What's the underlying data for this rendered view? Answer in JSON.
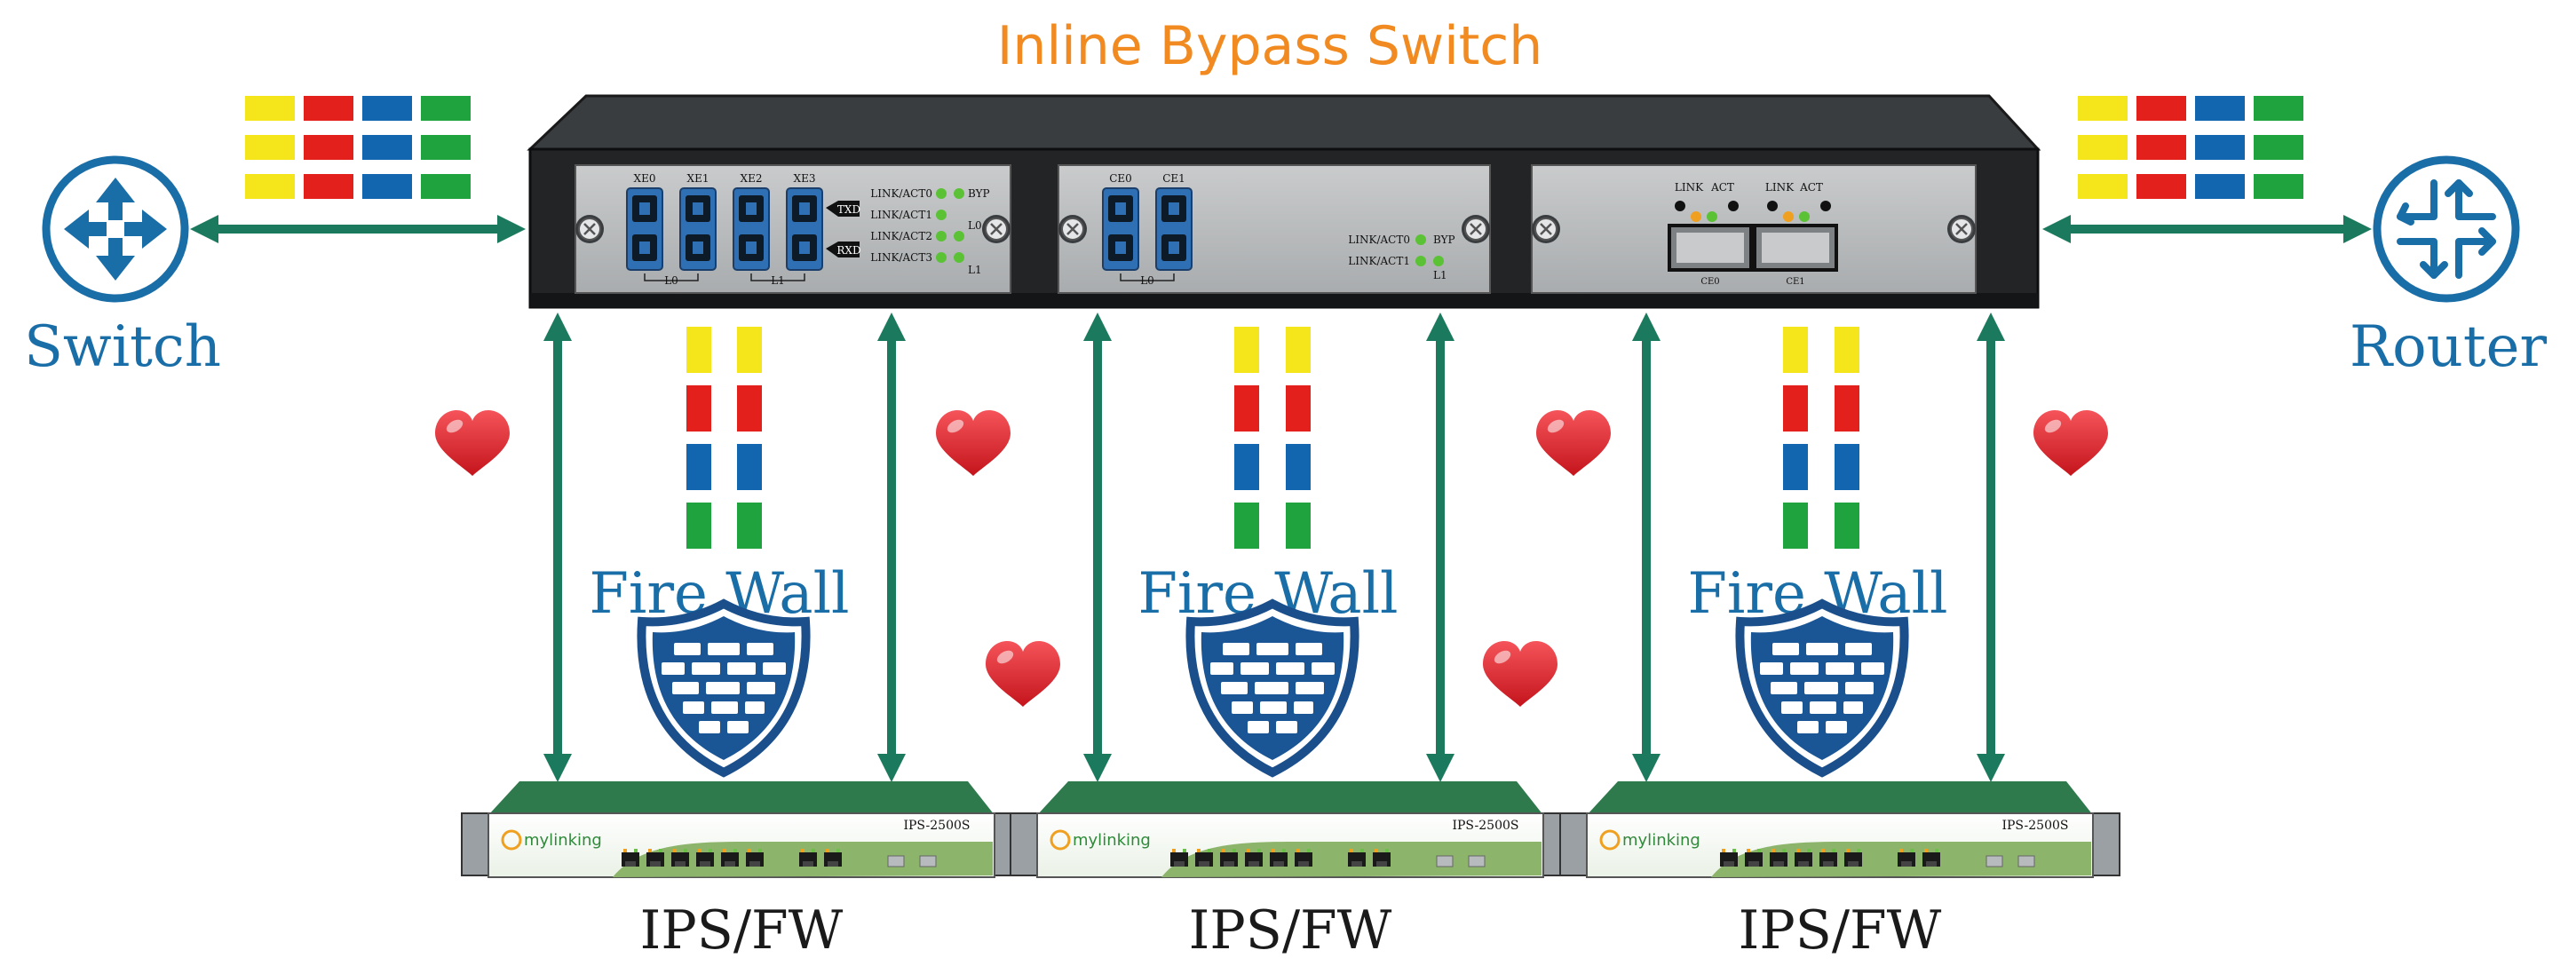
{
  "title": "Inline Bypass Switch",
  "left_endpoint": {
    "label": "Switch"
  },
  "right_endpoint": {
    "label": "Router"
  },
  "modules": {
    "module1": {
      "ports": [
        "XE0",
        "XE1",
        "XE2",
        "XE3"
      ],
      "port_tags": [
        "TXD",
        "RXD"
      ],
      "led_labels": [
        "LINK/ACT0",
        "LINK/ACT1",
        "LINK/ACT2",
        "LINK/ACT3"
      ],
      "led_right": [
        "BYP",
        "L0",
        "L1"
      ],
      "bottom_labels": [
        "L0",
        "L1"
      ]
    },
    "module2": {
      "ports": [
        "CE0",
        "CE1"
      ],
      "led_labels": [
        "LINK/ACT0",
        "LINK/ACT1"
      ],
      "led_right": [
        "BYP",
        "L1"
      ],
      "bottom_labels": [
        "L0"
      ]
    },
    "module3": {
      "led_labels": [
        "LINK",
        "ACT",
        "LINK",
        "ACT"
      ],
      "port_labels": [
        "CE0",
        "CE1"
      ]
    }
  },
  "firewalls": [
    {
      "label": "Fire Wall"
    },
    {
      "label": "Fire Wall"
    },
    {
      "label": "Fire Wall"
    }
  ],
  "appliances": [
    {
      "brand": "mylinking",
      "model": "IPS-2500S",
      "label": "IPS/FW"
    },
    {
      "brand": "mylinking",
      "model": "IPS-2500S",
      "label": "IPS/FW"
    },
    {
      "brand": "mylinking",
      "model": "IPS-2500S",
      "label": "IPS/FW"
    }
  ],
  "traffic_colors": [
    "#f5e61c",
    "#e3201b",
    "#1266b0",
    "#1fa33f"
  ],
  "colors": {
    "arrow": "#1b7a5e",
    "brand_blue": "#1a6ea8",
    "title_orange": "#f08a21",
    "chassis": "#222426",
    "heart": "#e0242c"
  }
}
